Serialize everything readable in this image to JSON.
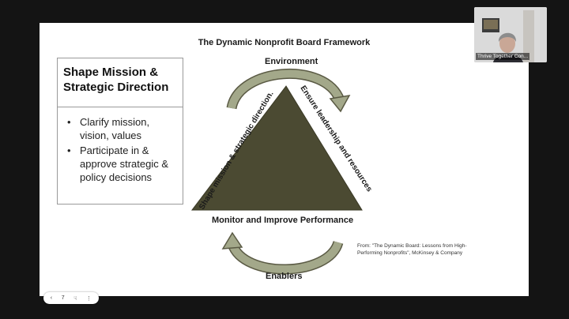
{
  "slide": {
    "title": "The Dynamic Nonprofit Board Framework",
    "box": {
      "heading": "Shape Mission & Strategic Direction",
      "bullets": [
        "Clarify mission, vision, values",
        "Participate in & approve strategic & policy decisions"
      ]
    },
    "diagram": {
      "top_label": "Environment",
      "left_side": "Shape mission & strategic direction.",
      "right_side": "Ensure leadership and resources",
      "bottom_side": "Monitor and Improve Performance",
      "bottom_label": "Enablers",
      "colors": {
        "triangle": "#4b4a32",
        "arrow": "#a3a88a"
      }
    },
    "source": "From: \"The Dynamic Board: Lessons from High-Performing Nonprofits\", McKinsey & Company"
  },
  "pager": {
    "prev_icon": "chevron-left-icon",
    "page": "7",
    "pointer_icon": "pointer-icon",
    "more_icon": "more-vertical-icon"
  },
  "video": {
    "participant": "Thrive Together Con..."
  }
}
